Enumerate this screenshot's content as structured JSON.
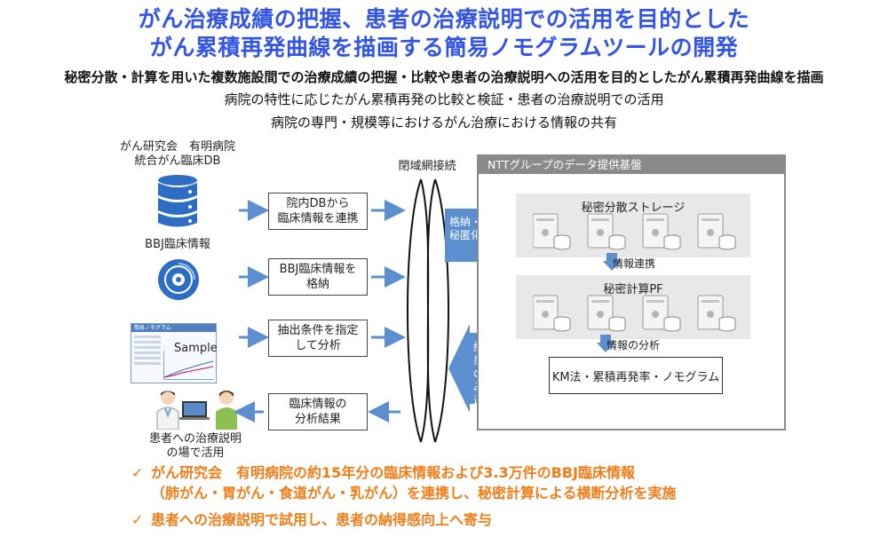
{
  "header": {
    "title_line1": "がん治療成績の把握、患者の治療説明での活用を目的とした",
    "title_line2": "がん累積再発曲線を描画する簡易ノモグラムツールの開発",
    "subtitle": "秘密分散・計算を用いた複数施設間での治療成績の把握・比較や患者の治療説明への活用を目的としたがん累積再発曲線を描画",
    "point1": "病院の特性に応じたがん累積再発の比較と検証・患者の治療説明での活用",
    "point2": "病院の専門・規模等におけるがん治療における情報の共有"
  },
  "left": {
    "db_label_line1": "がん研究会　有明病院",
    "db_label_line2": "統合がん臨床DB",
    "bbj_label": "BBJ臨床情報",
    "sample_app_title": "簡易ノモグラム",
    "sample_text": "Sample",
    "patient_label_line1": "患者への治療説明",
    "patient_label_line2": "の場で活用"
  },
  "flows": [
    {
      "line1": "院内DBから",
      "line2": "臨床情報を連携"
    },
    {
      "line1": "BBJ臨床情報を",
      "line2": "格納"
    },
    {
      "line1": "抽出条件を指定",
      "line2": "して分析"
    },
    {
      "line1": "臨床情報の",
      "line2": "分析結果"
    }
  ],
  "network": {
    "label": "閉域網接続",
    "store_arrow_line1": "格納・",
    "store_arrow_line2": "秘匿化",
    "return_arrow_chars": [
      "結",
      "果",
      "の",
      "み",
      "返",
      "却"
    ]
  },
  "platform": {
    "title": "NTTグループのデータ提供基盤",
    "storage_title": "秘密分散ストレージ",
    "link_label": "情報連携",
    "compute_title": "秘密計算PF",
    "analysis_label": "情報の分析",
    "km_label": "KM法・累積再発率・ノモグラム"
  },
  "bottom": {
    "check1_line1": "がん研究会　有明病院の約15年分の臨床情報および3.3万件のBBJ臨床情報",
    "check1_line2": "（肺がん・胃がん・食道がん・乳がん）を連携し、秘密計算による横断分析を実施",
    "check2": "患者への治療説明で試用し、患者の納得感向上へ寄与",
    "check_mark": "✓"
  },
  "colors": {
    "title_blue": "#3355e6",
    "icon_blue": "#2e6dc4",
    "arrow_blue": "#5b8fd0",
    "orange": "#f07d18",
    "platform_gray": "#8a8a8a"
  }
}
